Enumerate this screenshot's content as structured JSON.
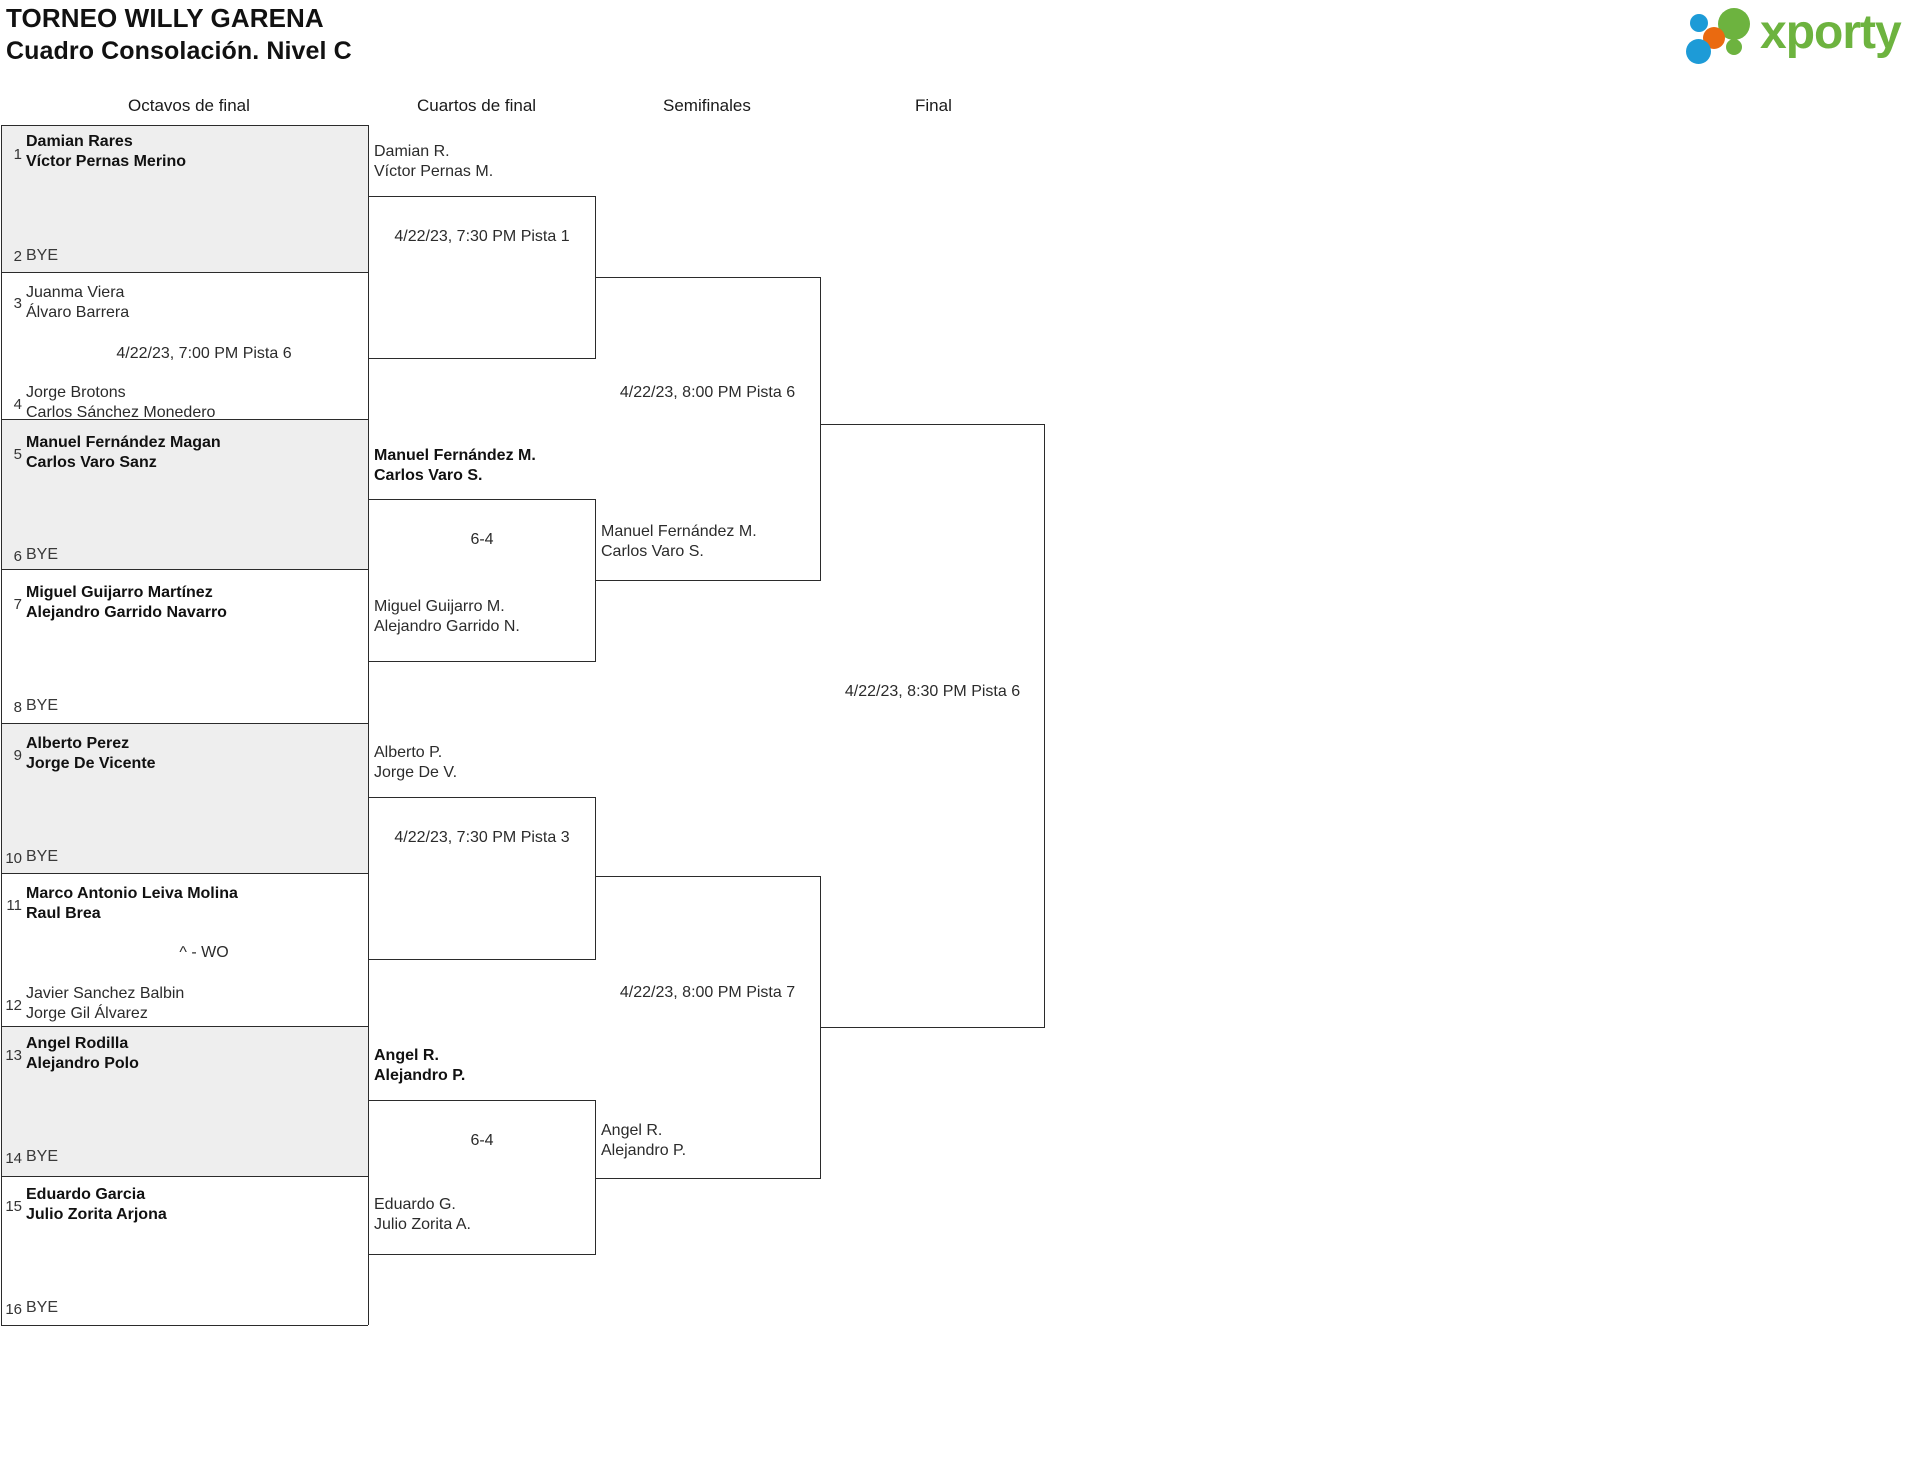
{
  "header": {
    "title_line1": "TORNEO WILLY GARENA",
    "title_line2": "Cuadro Consolación. Nivel C",
    "logo_text": "xporty",
    "logo_colors": {
      "green": "#6db33f",
      "blue": "#1d9bd7",
      "orange": "#ea6a10"
    }
  },
  "rounds": [
    {
      "label": "Octavos de final"
    },
    {
      "label": "Cuartos de final"
    },
    {
      "label": "Semifinales"
    },
    {
      "label": "Final"
    }
  ],
  "round_of_16": [
    {
      "seed": "1",
      "player1": "Damian Rares",
      "player2": "Víctor Pernas Merino",
      "winner": true,
      "shaded": true
    },
    {
      "seed": "2",
      "player1": "BYE",
      "player2": "",
      "winner": false,
      "shaded": true
    },
    {
      "seed": "3",
      "player1": "Juanma Viera",
      "player2": "Álvaro Barrera",
      "winner": false,
      "shaded": false
    },
    {
      "seed": "4",
      "player1": "Jorge Brotons",
      "player2": "Carlos Sánchez Monedero",
      "winner": false,
      "shaded": false
    },
    {
      "seed": "5",
      "player1": "Manuel Fernández Magan",
      "player2": "Carlos Varo Sanz",
      "winner": true,
      "shaded": true
    },
    {
      "seed": "6",
      "player1": "BYE",
      "player2": "",
      "winner": false,
      "shaded": true
    },
    {
      "seed": "7",
      "player1": "Miguel Guijarro Martínez",
      "player2": "Alejandro Garrido Navarro",
      "winner": true,
      "shaded": false
    },
    {
      "seed": "8",
      "player1": "BYE",
      "player2": "",
      "winner": false,
      "shaded": false
    },
    {
      "seed": "9",
      "player1": "Alberto Perez",
      "player2": "Jorge De Vicente",
      "winner": true,
      "shaded": true
    },
    {
      "seed": "10",
      "player1": "BYE",
      "player2": "",
      "winner": false,
      "shaded": true
    },
    {
      "seed": "11",
      "player1": "Marco Antonio Leiva Molina",
      "player2": "Raul Brea",
      "winner": true,
      "shaded": false
    },
    {
      "seed": "12",
      "player1": "Javier Sanchez Balbin",
      "player2": "Jorge Gil Álvarez",
      "winner": false,
      "shaded": false
    },
    {
      "seed": "13",
      "player1": "Angel Rodilla",
      "player2": "Alejandro Polo",
      "winner": true,
      "shaded": true
    },
    {
      "seed": "14",
      "player1": "BYE",
      "player2": "",
      "winner": false,
      "shaded": true
    },
    {
      "seed": "15",
      "player1": "Eduardo Garcia",
      "player2": "Julio Zorita Arjona",
      "winner": true,
      "shaded": false
    },
    {
      "seed": "16",
      "player1": "BYE",
      "player2": "",
      "winner": false,
      "shaded": false
    }
  ],
  "round_of_16_matches": [
    {
      "id": "r16-m2",
      "meta": "4/22/23, 7:00 PM Pista 6"
    },
    {
      "id": "r16-m6",
      "meta": "^ - WO"
    }
  ],
  "quarterfinals": [
    {
      "id": "qf1",
      "top_p1": "Damian R.",
      "top_p2": "Víctor Pernas M.",
      "top_win": false,
      "bottom_p1": "",
      "bottom_p2": "",
      "bottom_win": false,
      "meta": "4/22/23, 7:30 PM Pista 1"
    },
    {
      "id": "qf2",
      "top_p1": "Manuel Fernández M.",
      "top_p2": "Carlos Varo S.",
      "top_win": true,
      "bottom_p1": "Miguel Guijarro M.",
      "bottom_p2": "Alejandro Garrido N.",
      "bottom_win": false,
      "meta": "6-4"
    },
    {
      "id": "qf3",
      "top_p1": "Alberto P.",
      "top_p2": "Jorge De V.",
      "top_win": false,
      "bottom_p1": "",
      "bottom_p2": "",
      "bottom_win": false,
      "meta": "4/22/23, 7:30 PM Pista 3"
    },
    {
      "id": "qf4",
      "top_p1": "Angel R.",
      "top_p2": "Alejandro P.",
      "top_win": true,
      "bottom_p1": "Eduardo G.",
      "bottom_p2": "Julio Zorita A.",
      "bottom_win": false,
      "meta": "6-4"
    }
  ],
  "semifinals": [
    {
      "id": "sf1",
      "top_p1": "",
      "top_p2": "",
      "bottom_p1": "Manuel Fernández M.",
      "bottom_p2": "Carlos Varo S.",
      "meta": "4/22/23, 8:00 PM Pista 6"
    },
    {
      "id": "sf2",
      "top_p1": "",
      "top_p2": "",
      "bottom_p1": "Angel R.",
      "bottom_p2": "Alejandro P.",
      "meta": "4/22/23, 8:00 PM Pista 7"
    }
  ],
  "final": {
    "id": "final",
    "meta": "4/22/23, 8:30 PM Pista 6"
  }
}
